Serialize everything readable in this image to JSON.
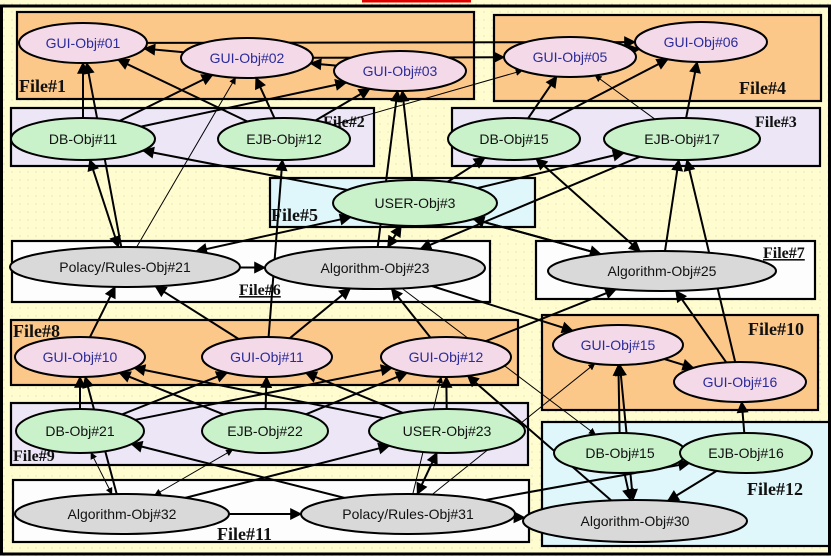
{
  "diagram": {
    "files": [
      {
        "id": "f1",
        "label": "File#1"
      },
      {
        "id": "f2",
        "label": "File#2"
      },
      {
        "id": "f3",
        "label": "File#3"
      },
      {
        "id": "f4",
        "label": "File#4"
      },
      {
        "id": "f5",
        "label": "File#5"
      },
      {
        "id": "f6",
        "label": "File#6"
      },
      {
        "id": "f7",
        "label": "File#7"
      },
      {
        "id": "f8",
        "label": "File#8"
      },
      {
        "id": "f9",
        "label": "File#9"
      },
      {
        "id": "f10",
        "label": "File#10"
      },
      {
        "id": "f11",
        "label": "File#11"
      },
      {
        "id": "f12",
        "label": "File#12"
      }
    ],
    "nodes": [
      {
        "id": "gui01",
        "label": "GUI-Obj#01",
        "kind": "gui",
        "file": "f1"
      },
      {
        "id": "gui02",
        "label": "GUI-Obj#02",
        "kind": "gui",
        "file": "f1"
      },
      {
        "id": "gui03",
        "label": "GUI-Obj#03",
        "kind": "gui",
        "file": "f1"
      },
      {
        "id": "gui05",
        "label": "GUI-Obj#05",
        "kind": "gui",
        "file": "f4"
      },
      {
        "id": "gui06",
        "label": "GUI-Obj#06",
        "kind": "gui",
        "file": "f4"
      },
      {
        "id": "db11",
        "label": "DB-Obj#11",
        "kind": "db",
        "file": "f2"
      },
      {
        "id": "ejb12",
        "label": "EJB-Obj#12",
        "kind": "ejb",
        "file": "f2"
      },
      {
        "id": "db15a",
        "label": "DB-Obj#15",
        "kind": "db",
        "file": "f3"
      },
      {
        "id": "ejb17",
        "label": "EJB-Obj#17",
        "kind": "ejb",
        "file": "f3"
      },
      {
        "id": "user3",
        "label": "USER-Obj#3",
        "kind": "user",
        "file": "f5"
      },
      {
        "id": "pol21",
        "label": "Polacy/Rules-Obj#21",
        "kind": "policy",
        "file": "f6"
      },
      {
        "id": "alg23",
        "label": "Algorithm-Obj#23",
        "kind": "algorithm",
        "file": "f6"
      },
      {
        "id": "alg25",
        "label": "Algorithm-Obj#25",
        "kind": "algorithm",
        "file": "f7"
      },
      {
        "id": "gui10",
        "label": "GUI-Obj#10",
        "kind": "gui",
        "file": "f8"
      },
      {
        "id": "gui11",
        "label": "GUI-Obj#11",
        "kind": "gui",
        "file": "f8"
      },
      {
        "id": "gui12",
        "label": "GUI-Obj#12",
        "kind": "gui",
        "file": "f8"
      },
      {
        "id": "db21",
        "label": "DB-Obj#21",
        "kind": "db",
        "file": "f9"
      },
      {
        "id": "ejb22",
        "label": "EJB-Obj#22",
        "kind": "ejb",
        "file": "f9"
      },
      {
        "id": "user23",
        "label": "USER-Obj#23",
        "kind": "user",
        "file": "f9"
      },
      {
        "id": "gui15",
        "label": "GUI-Obj#15",
        "kind": "gui",
        "file": "f10"
      },
      {
        "id": "gui16",
        "label": "GUI-Obj#16",
        "kind": "gui",
        "file": "f10"
      },
      {
        "id": "db15b",
        "label": "DB-Obj#15",
        "kind": "db",
        "file": "f12"
      },
      {
        "id": "ejb16",
        "label": "EJB-Obj#16",
        "kind": "ejb",
        "file": "f12"
      },
      {
        "id": "alg30",
        "label": "Algorithm-Obj#30",
        "kind": "algorithm",
        "file": "f12"
      },
      {
        "id": "alg32",
        "label": "Algorithm-Obj#32",
        "kind": "algorithm",
        "file": "f11"
      },
      {
        "id": "pol31",
        "label": "Polacy/Rules-Obj#31",
        "kind": "policy",
        "file": "f11"
      }
    ],
    "edges": [
      {
        "from": "db11",
        "to": "gui01",
        "weight": "thick"
      },
      {
        "from": "db11",
        "to": "gui02",
        "weight": "thick"
      },
      {
        "from": "db11",
        "to": "gui03",
        "weight": "thick"
      },
      {
        "from": "ejb12",
        "to": "gui01",
        "weight": "thick"
      },
      {
        "from": "ejb12",
        "to": "gui02",
        "weight": "thick"
      },
      {
        "from": "ejb12",
        "to": "gui03",
        "weight": "thick"
      },
      {
        "from": "gui02",
        "to": "gui01",
        "weight": "thick"
      },
      {
        "from": "gui03",
        "to": "gui02",
        "weight": "thick"
      },
      {
        "from": "gui01",
        "to": "gui06",
        "weight": "thick"
      },
      {
        "from": "gui02",
        "to": "gui05",
        "weight": "thick"
      },
      {
        "from": "gui05",
        "to": "gui06",
        "weight": "thick"
      },
      {
        "from": "db15a",
        "to": "gui05",
        "weight": "thick"
      },
      {
        "from": "db15a",
        "to": "gui06",
        "weight": "thick"
      },
      {
        "from": "ejb17",
        "to": "gui05",
        "weight": "thin"
      },
      {
        "from": "ejb17",
        "to": "gui06",
        "weight": "thick"
      },
      {
        "from": "user3",
        "to": "db11",
        "weight": "thick"
      },
      {
        "from": "user3",
        "to": "db15a",
        "weight": "thick"
      },
      {
        "from": "user3",
        "to": "ejb17",
        "weight": "thick"
      },
      {
        "from": "user3",
        "to": "gui03",
        "weight": "thick"
      },
      {
        "from": "db11",
        "to": "pol21",
        "weight": "thick",
        "bidirectional": true
      },
      {
        "from": "pol21",
        "to": "gui01",
        "weight": "thick"
      },
      {
        "from": "pol21",
        "to": "gui02",
        "weight": "thin"
      },
      {
        "from": "user3",
        "to": "pol21",
        "weight": "thick",
        "bidirectional": true
      },
      {
        "from": "user3",
        "to": "alg23",
        "weight": "thick",
        "bidirectional": true
      },
      {
        "from": "pol21",
        "to": "alg23",
        "weight": "thick"
      },
      {
        "from": "alg23",
        "to": "gui03",
        "weight": "thick"
      },
      {
        "from": "alg25",
        "to": "user3",
        "weight": "thick"
      },
      {
        "from": "user3",
        "to": "alg25",
        "weight": "thick"
      },
      {
        "from": "ejb17",
        "to": "alg23",
        "weight": "thick"
      },
      {
        "from": "db15a",
        "to": "alg25",
        "weight": "thick",
        "bidirectional": true
      },
      {
        "from": "alg25",
        "to": "ejb17",
        "weight": "thick"
      },
      {
        "from": "gui16",
        "to": "ejb17",
        "weight": "thick"
      },
      {
        "from": "gui16",
        "to": "alg25",
        "weight": "thick"
      },
      {
        "from": "gui10",
        "to": "pol21",
        "weight": "thick"
      },
      {
        "from": "gui11",
        "to": "pol21",
        "weight": "thick"
      },
      {
        "from": "gui11",
        "to": "alg23",
        "weight": "thick"
      },
      {
        "from": "gui11",
        "to": "ejb12",
        "weight": "thick"
      },
      {
        "from": "gui12",
        "to": "alg23",
        "weight": "thick"
      },
      {
        "from": "gui12",
        "to": "alg25",
        "weight": "thick"
      },
      {
        "from": "alg23",
        "to": "gui15",
        "weight": "thick"
      },
      {
        "from": "alg23",
        "to": "db15b",
        "weight": "thin"
      },
      {
        "from": "gui15",
        "to": "gui16",
        "weight": "thick"
      },
      {
        "from": "db21",
        "to": "gui10",
        "weight": "thick"
      },
      {
        "from": "db21",
        "to": "gui11",
        "weight": "thick"
      },
      {
        "from": "db21",
        "to": "gui12",
        "weight": "thick"
      },
      {
        "from": "ejb22",
        "to": "gui10",
        "weight": "thick"
      },
      {
        "from": "ejb22",
        "to": "gui11",
        "weight": "thick"
      },
      {
        "from": "ejb22",
        "to": "gui12",
        "weight": "thick"
      },
      {
        "from": "user23",
        "to": "gui10",
        "weight": "thick"
      },
      {
        "from": "user23",
        "to": "gui11",
        "weight": "thick"
      },
      {
        "from": "user23",
        "to": "gui12",
        "weight": "thick"
      },
      {
        "from": "alg32",
        "to": "gui10",
        "weight": "thick"
      },
      {
        "from": "alg32",
        "to": "db21",
        "weight": "thin",
        "bidirectional": true
      },
      {
        "from": "alg32",
        "to": "ejb22",
        "weight": "thin",
        "bidirectional": true
      },
      {
        "from": "alg32",
        "to": "user23",
        "weight": "thick"
      },
      {
        "from": "alg32",
        "to": "pol31",
        "weight": "thick"
      },
      {
        "from": "pol31",
        "to": "db21",
        "weight": "thick"
      },
      {
        "from": "pol31",
        "to": "user23",
        "weight": "thick",
        "bidirectional": true
      },
      {
        "from": "pol31",
        "to": "gui12",
        "weight": "thin"
      },
      {
        "from": "pol31",
        "to": "gui15",
        "weight": "thin"
      },
      {
        "from": "pol31",
        "to": "alg30",
        "weight": "thick"
      },
      {
        "from": "pol31",
        "to": "ejb16",
        "weight": "thick"
      },
      {
        "from": "alg30",
        "to": "gui12",
        "weight": "thick"
      },
      {
        "from": "alg30",
        "to": "gui15",
        "weight": "thin"
      },
      {
        "from": "db15b",
        "to": "gui15",
        "weight": "thick"
      },
      {
        "from": "db15b",
        "to": "alg30",
        "weight": "thick"
      },
      {
        "from": "gui15",
        "to": "alg30",
        "weight": "thick",
        "bidirectional": true
      },
      {
        "from": "ejb16",
        "to": "gui16",
        "weight": "thick"
      },
      {
        "from": "ejb16",
        "to": "alg30",
        "weight": "thick"
      },
      {
        "from": "ejb12",
        "to": "gui05",
        "weight": "thin"
      }
    ]
  }
}
